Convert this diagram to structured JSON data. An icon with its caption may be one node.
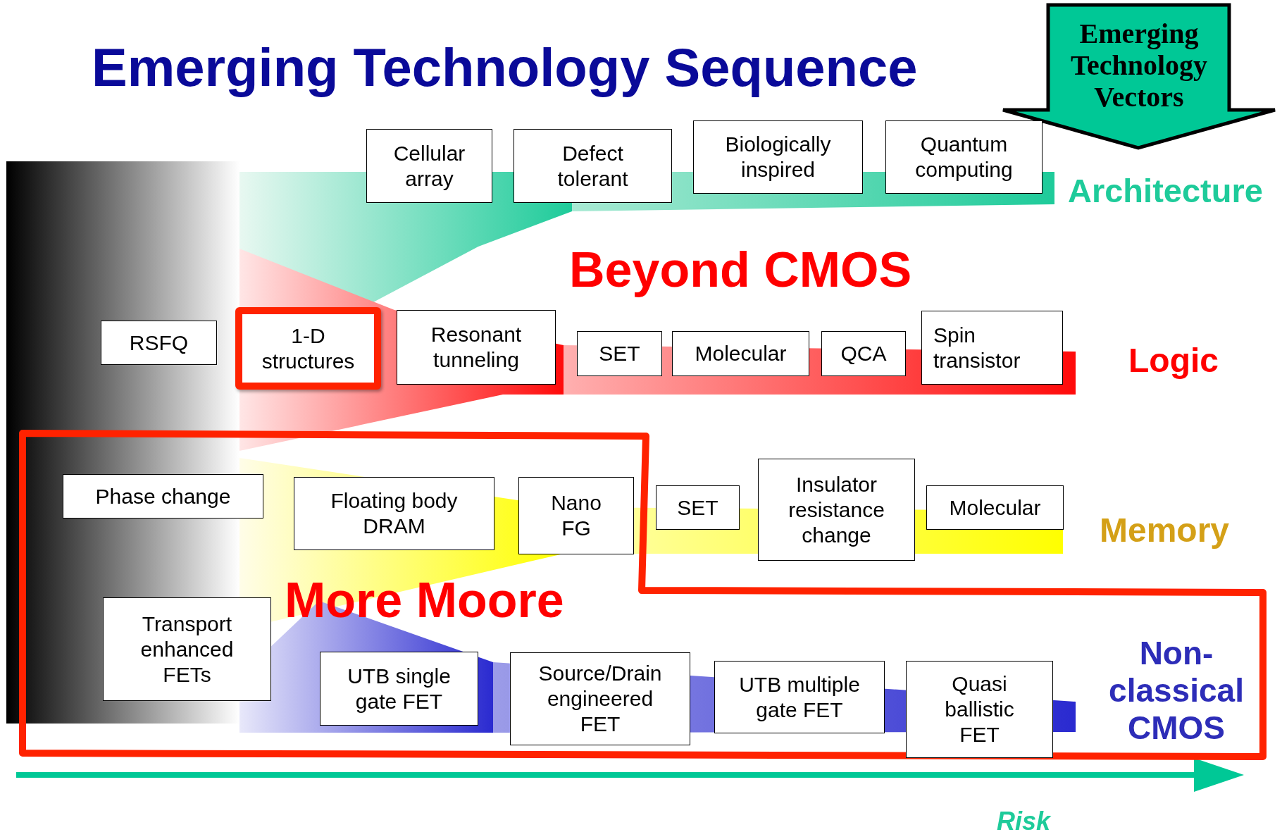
{
  "diagram": {
    "title": "Emerging Technology Sequence",
    "nodes": [
      {
        "text": [
          "Emerging Technology Vectors"
        ]
      },
      {
        "text": [
          "Cellular array"
        ]
      },
      {
        "text": [
          "Defect tolerant"
        ]
      },
      {
        "text": [
          "Biologically inspired"
        ]
      },
      {
        "text": [
          "Quantum computing"
        ]
      },
      {
        "text": [
          "RSFQ"
        ]
      },
      {
        "text": [
          "1-D structures"
        ]
      },
      {
        "text": [
          "Resonant tunneling"
        ]
      },
      {
        "text": [
          "SET"
        ]
      },
      {
        "text": [
          "Molecular"
        ]
      },
      {
        "text": [
          "QCA"
        ]
      },
      {
        "text": [
          "Spin transistor"
        ]
      },
      {
        "text": [
          "More Moore"
        ]
      },
      {
        "text": [
          "Phase change"
        ],
        "in": 12
      },
      {
        "text": [
          "Floating body DRAM"
        ],
        "in": 12
      },
      {
        "text": [
          "Nano FG"
        ],
        "in": 12
      },
      {
        "text": [
          "SET"
        ]
      },
      {
        "text": [
          "Insulator resistance change"
        ]
      },
      {
        "text": [
          "Molecular"
        ]
      },
      {
        "text": [
          "Transport enhanced FETs"
        ],
        "in": 12
      },
      {
        "text": [
          "UTB single gate FET"
        ],
        "in": 12
      },
      {
        "text": [
          "Source/Drain engineered FET"
        ],
        "in": 12
      },
      {
        "text": [
          "UTB multiple gate FET"
        ],
        "in": 12
      },
      {
        "text": [
          "Quasi ballistic FET"
        ],
        "in": 12
      }
    ],
    "labels": [
      "Architecture",
      "Beyond CMOS",
      "Logic",
      "Memory",
      "Non-classical CMOS",
      "Risk"
    ]
  }
}
